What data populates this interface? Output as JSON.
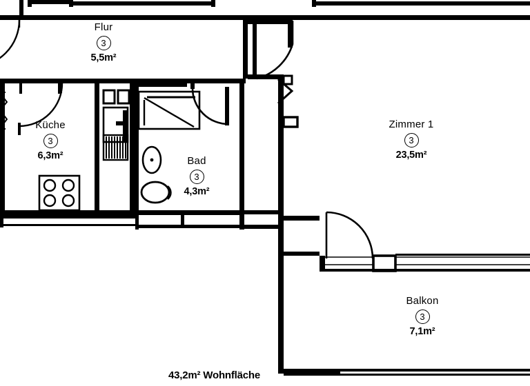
{
  "document": {
    "kind": "floor-plan",
    "total_area_label": "43,2m² Wohnfläche",
    "line_color": "#000000",
    "background_color": "#ffffff"
  },
  "rooms": [
    {
      "id": "flur",
      "name": "Flur",
      "badge": "3",
      "area": "5,5m²"
    },
    {
      "id": "kueche",
      "name": "Küche",
      "badge": "3",
      "area": "6,3m²"
    },
    {
      "id": "bad",
      "name": "Bad",
      "badge": "3",
      "area": "4,3m²"
    },
    {
      "id": "zimmer1",
      "name": "Zimmer 1",
      "badge": "3",
      "area": "23,5m²"
    },
    {
      "id": "balkon",
      "name": "Balkon",
      "badge": "3",
      "area": "7,1m²"
    }
  ],
  "fixtures": [
    {
      "id": "bathtub",
      "icon": "bathtub-icon",
      "room": "bad"
    },
    {
      "id": "washbasin",
      "icon": "sink-icon",
      "room": "bad"
    },
    {
      "id": "toilet",
      "icon": "toilet-icon",
      "room": "bad"
    },
    {
      "id": "cooktop",
      "icon": "stove-4-burner-icon",
      "room": "kueche"
    },
    {
      "id": "shaft",
      "icon": "shaft-icon",
      "room": "between-kueche-bad"
    }
  ],
  "doors": [
    {
      "id": "flur-entry-left",
      "icon": "door-swing-icon"
    },
    {
      "id": "flur-right",
      "icon": "door-swing-icon"
    },
    {
      "id": "kueche-door",
      "icon": "door-swing-icon"
    },
    {
      "id": "bad-door",
      "icon": "door-swing-icon"
    },
    {
      "id": "balkon-door",
      "icon": "door-swing-icon"
    }
  ],
  "windows": [
    {
      "id": "kueche-window-left",
      "icon": "window-icon"
    },
    {
      "id": "zimmer1-window-left",
      "icon": "window-icon"
    },
    {
      "id": "balkon-window-strip",
      "icon": "window-icon"
    }
  ]
}
